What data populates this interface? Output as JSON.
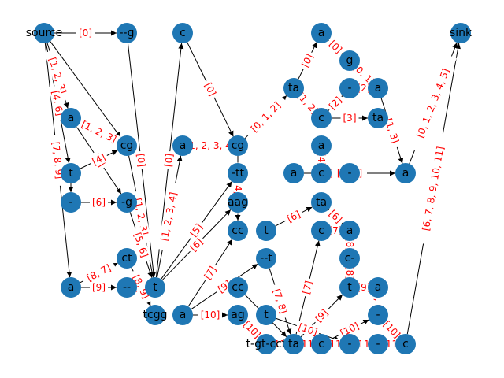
{
  "graph": {
    "nodes": [
      {
        "id": "source",
        "label": "source"
      },
      {
        "id": "n_g1",
        "label": "--g"
      },
      {
        "id": "n_c1",
        "label": "c"
      },
      {
        "id": "n_a_top",
        "label": "a"
      },
      {
        "id": "sink",
        "label": "sink"
      },
      {
        "id": "n_g2",
        "label": "g"
      },
      {
        "id": "n_ta1",
        "label": "ta"
      },
      {
        "id": "n_dash_a",
        "label": "-"
      },
      {
        "id": "n_a_r1",
        "label": "a"
      },
      {
        "id": "n_a_l1",
        "label": "a"
      },
      {
        "id": "n_cg1",
        "label": "cg"
      },
      {
        "id": "n_c2",
        "label": "c"
      },
      {
        "id": "n_ta2",
        "label": "ta"
      },
      {
        "id": "n_t1",
        "label": "t"
      },
      {
        "id": "n_a2",
        "label": "a"
      },
      {
        "id": "n_cg2",
        "label": "cg"
      },
      {
        "id": "n_a3",
        "label": "a"
      },
      {
        "id": "n_a4",
        "label": "a"
      },
      {
        "id": "n_dash1",
        "label": "-"
      },
      {
        "id": "n_g3",
        "label": "-g"
      },
      {
        "id": "n_tt",
        "label": "-tt"
      },
      {
        "id": "n_c3",
        "label": "c"
      },
      {
        "id": "n_dash2",
        "label": "-"
      },
      {
        "id": "n_a_r2",
        "label": "a"
      },
      {
        "id": "n_aag",
        "label": "aag"
      },
      {
        "id": "n_ta3",
        "label": "ta"
      },
      {
        "id": "n_cc1",
        "label": "cc"
      },
      {
        "id": "n_t2",
        "label": "t"
      },
      {
        "id": "n_c4",
        "label": "c"
      },
      {
        "id": "n_a5",
        "label": "a"
      },
      {
        "id": "n_ct",
        "label": "ct"
      },
      {
        "id": "n_tt2",
        "label": "--t"
      },
      {
        "id": "n_c5",
        "label": "c-"
      },
      {
        "id": "n_a_l2",
        "label": "a"
      },
      {
        "id": "n_dash3",
        "label": "--"
      },
      {
        "id": "n_t3",
        "label": "t"
      },
      {
        "id": "n_cc2",
        "label": "cc"
      },
      {
        "id": "n_t4",
        "label": "t"
      },
      {
        "id": "n_a6",
        "label": "a"
      },
      {
        "id": "n_tcgg",
        "label": "tcgg"
      },
      {
        "id": "n_a7",
        "label": "a"
      },
      {
        "id": "n_ag",
        "label": "ag"
      },
      {
        "id": "n_t5",
        "label": "t"
      },
      {
        "id": "n_a8",
        "label": "a"
      },
      {
        "id": "n_dash4",
        "label": "-"
      },
      {
        "id": "n_tgt",
        "label": "t-gt-cct"
      },
      {
        "id": "n_ta4",
        "label": "ta"
      },
      {
        "id": "n_c6",
        "label": "c"
      },
      {
        "id": "n_dash5",
        "label": "-"
      },
      {
        "id": "n_dash6",
        "label": "-"
      },
      {
        "id": "n_c7",
        "label": "c"
      }
    ],
    "edges": [
      {
        "from": "source",
        "to": "n_g1",
        "label": "[0]"
      },
      {
        "from": "source",
        "to": "n_a_l1",
        "label": "[1, 2, 3]"
      },
      {
        "from": "source",
        "to": "n_t1",
        "label": "[4, 6]"
      },
      {
        "from": "source",
        "to": "n_a_l2",
        "label": "[7, 8, 9]"
      },
      {
        "from": "source",
        "to": "n_cg1",
        "label": ""
      },
      {
        "from": "n_a_l1",
        "to": "n_cg1",
        "label": "[1, 2, 3]"
      },
      {
        "from": "n_a_l1",
        "to": "n_g3",
        "label": "[5]"
      },
      {
        "from": "n_t1",
        "to": "n_cg1",
        "label": "[4]"
      },
      {
        "from": "n_t1",
        "to": "n_dash1",
        "label": ""
      },
      {
        "from": "n_dash1",
        "to": "n_g3",
        "label": "[6]"
      },
      {
        "from": "n_a_l2",
        "to": "n_ct",
        "label": "[8, 7]"
      },
      {
        "from": "n_a_l2",
        "to": "n_dash3",
        "label": "[9]"
      },
      {
        "from": "n_dash3",
        "to": "n_t3",
        "label": "[9]"
      },
      {
        "from": "n_g1",
        "to": "n_t3",
        "label": "[0]"
      },
      {
        "from": "n_cg1",
        "to": "n_t3",
        "label": "[1, 2, 3]"
      },
      {
        "from": "n_g3",
        "to": "n_t3",
        "label": "[5, 6]"
      },
      {
        "from": "n_ct",
        "to": "n_tcgg",
        "label": "[8, 9]"
      },
      {
        "from": "n_t3",
        "to": "n_a2",
        "label": "[1, 2, 3, 4]"
      },
      {
        "from": "n_t3",
        "to": "n_c1",
        "label": "[0]"
      },
      {
        "from": "n_t3",
        "to": "n_tt",
        "label": "[5]"
      },
      {
        "from": "n_t3",
        "to": "n_aag",
        "label": "[6]"
      },
      {
        "from": "n_a2",
        "to": "n_cg2",
        "label": "[1, 2, 3, 4]"
      },
      {
        "from": "n_c1",
        "to": "n_cg2",
        "label": "[0]"
      },
      {
        "from": "n_cg2",
        "to": "n_ta1",
        "label": "[0, 1, 2]"
      },
      {
        "from": "n_cg2",
        "to": "n_cc1",
        "label": "[3, 4, 5]"
      },
      {
        "from": "n_a6",
        "to": "n_cc1",
        "label": "[7]"
      },
      {
        "from": "n_a6",
        "to": "n_tt2",
        "label": "[9]"
      },
      {
        "from": "n_a6",
        "to": "n_ag",
        "label": "[10]"
      },
      {
        "from": "n_ta1",
        "to": "n_a_top",
        "label": "[0]"
      },
      {
        "from": "n_ta1",
        "to": "n_c2",
        "label": "[1, 2]"
      },
      {
        "from": "n_a_top",
        "to": "n_g2",
        "label": "[0]"
      },
      {
        "from": "n_g2",
        "to": "n_a_r1",
        "label": "[0, 1]"
      },
      {
        "from": "n_dash_a",
        "to": "n_a_r1",
        "label": "[2]"
      },
      {
        "from": "n_c2",
        "to": "n_ta2",
        "label": "[3]"
      },
      {
        "from": "n_c2",
        "to": "n_dash_a",
        "label": "[2]"
      },
      {
        "from": "n_a_r1",
        "to": "n_a4",
        "label": "[1, 3]"
      },
      {
        "from": "n_a4",
        "to": "sink",
        "label": "[0, 1, 2, 3, 4, 5]"
      },
      {
        "from": "n_c7",
        "to": "sink",
        "label": "[6, 7, 8, 9, 10, 11]"
      },
      {
        "from": "n_a3",
        "to": "n_c3",
        "label": "[4]"
      },
      {
        "from": "n_c3",
        "to": "n_dash2",
        "label": "[5]"
      },
      {
        "from": "n_a_r2",
        "to": "n_a4",
        "label": "[4, 5]"
      },
      {
        "from": "n_t2",
        "to": "n_ta3",
        "label": "[6]"
      },
      {
        "from": "n_ta3",
        "to": "n_a5",
        "label": "[6]"
      },
      {
        "from": "n_c4",
        "to": "n_a5",
        "label": "[7]"
      },
      {
        "from": "n_a5",
        "to": "n_c5",
        "label": "[8]"
      },
      {
        "from": "n_c5",
        "to": "n_t4",
        "label": "[8]"
      },
      {
        "from": "n_t4",
        "to": "n_a8",
        "label": "[9]"
      },
      {
        "from": "n_a8",
        "to": "n_dash4",
        "label": "[8, 9]"
      },
      {
        "from": "n_dash4",
        "to": "n_c7",
        "label": "[10]"
      },
      {
        "from": "n_tt2",
        "to": "n_ta4",
        "label": "[7, 8]"
      },
      {
        "from": "n_cc2",
        "to": "n_ta4",
        "label": "[9]"
      },
      {
        "from": "n_ta4",
        "to": "n_c4",
        "label": "[7]"
      },
      {
        "from": "n_ta4",
        "to": "n_t4",
        "label": "[9]"
      },
      {
        "from": "n_ag",
        "to": "n_tgt",
        "label": "[10]"
      },
      {
        "from": "n_tgt",
        "to": "n_ta4",
        "label": "[11]"
      },
      {
        "from": "n_ta4",
        "to": "n_c6",
        "label": "[11]"
      },
      {
        "from": "n_c6",
        "to": "n_dash5",
        "label": "[11]"
      },
      {
        "from": "n_dash5",
        "to": "n_dash6",
        "label": "[11]"
      },
      {
        "from": "n_dash6",
        "to": "n_c7",
        "label": "[11]"
      },
      {
        "from": "n_c6",
        "to": "n_dash4",
        "label": "[10]"
      },
      {
        "from": "n_t5",
        "to": "n_dash5",
        "label": "[10]"
      }
    ]
  }
}
